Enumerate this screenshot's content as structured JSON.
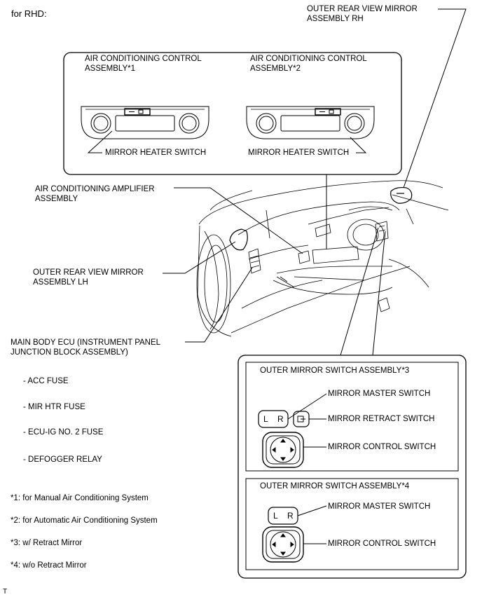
{
  "header": {
    "variant": "for RHD:"
  },
  "ac_box": {
    "manual_title_1": "AIR CONDITIONING CONTROL",
    "manual_title_2": "ASSEMBLY*1",
    "auto_title_1": "AIR CONDITIONING CONTROL",
    "auto_title_2": "ASSEMBLY*2",
    "manual_heater_switch": "MIRROR HEATER SWITCH",
    "auto_heater_switch": "MIRROR HEATER SWITCH"
  },
  "callouts": {
    "mirror_rh_1": "OUTER REAR VIEW MIRROR",
    "mirror_rh_2": "ASSEMBLY RH",
    "amplifier_1": "AIR CONDITIONING AMPLIFIER",
    "amplifier_2": "ASSEMBLY",
    "mirror_lh_1": "OUTER REAR VIEW MIRROR",
    "mirror_lh_2": "ASSEMBLY LH",
    "main_ecu_1": "MAIN BODY ECU (INSTRUMENT PANEL",
    "main_ecu_2": "JUNCTION BLOCK ASSEMBLY)"
  },
  "fuses": [
    "- ACC FUSE",
    "- MIR HTR FUSE",
    "- ECU-IG NO. 2 FUSE",
    "- DEFOGGER RELAY"
  ],
  "footnotes": [
    "*1: for Manual Air Conditioning System",
    "*2: for Automatic Air Conditioning System",
    "*3: w/ Retract Mirror",
    "*4: w/o Retract Mirror"
  ],
  "switch3": {
    "title": "OUTER MIRROR SWITCH ASSEMBLY*3",
    "master": "MIRROR MASTER SWITCH",
    "retract": "MIRROR RETRACT SWITCH",
    "control": "MIRROR CONTROL SWITCH",
    "key_l": "L",
    "key_r": "R"
  },
  "switch4": {
    "title": "OUTER MIRROR SWITCH ASSEMBLY*4",
    "master": "MIRROR MASTER SWITCH",
    "control": "MIRROR CONTROL SWITCH",
    "key_l": "L",
    "key_r": "R"
  },
  "corner_mark": "T"
}
